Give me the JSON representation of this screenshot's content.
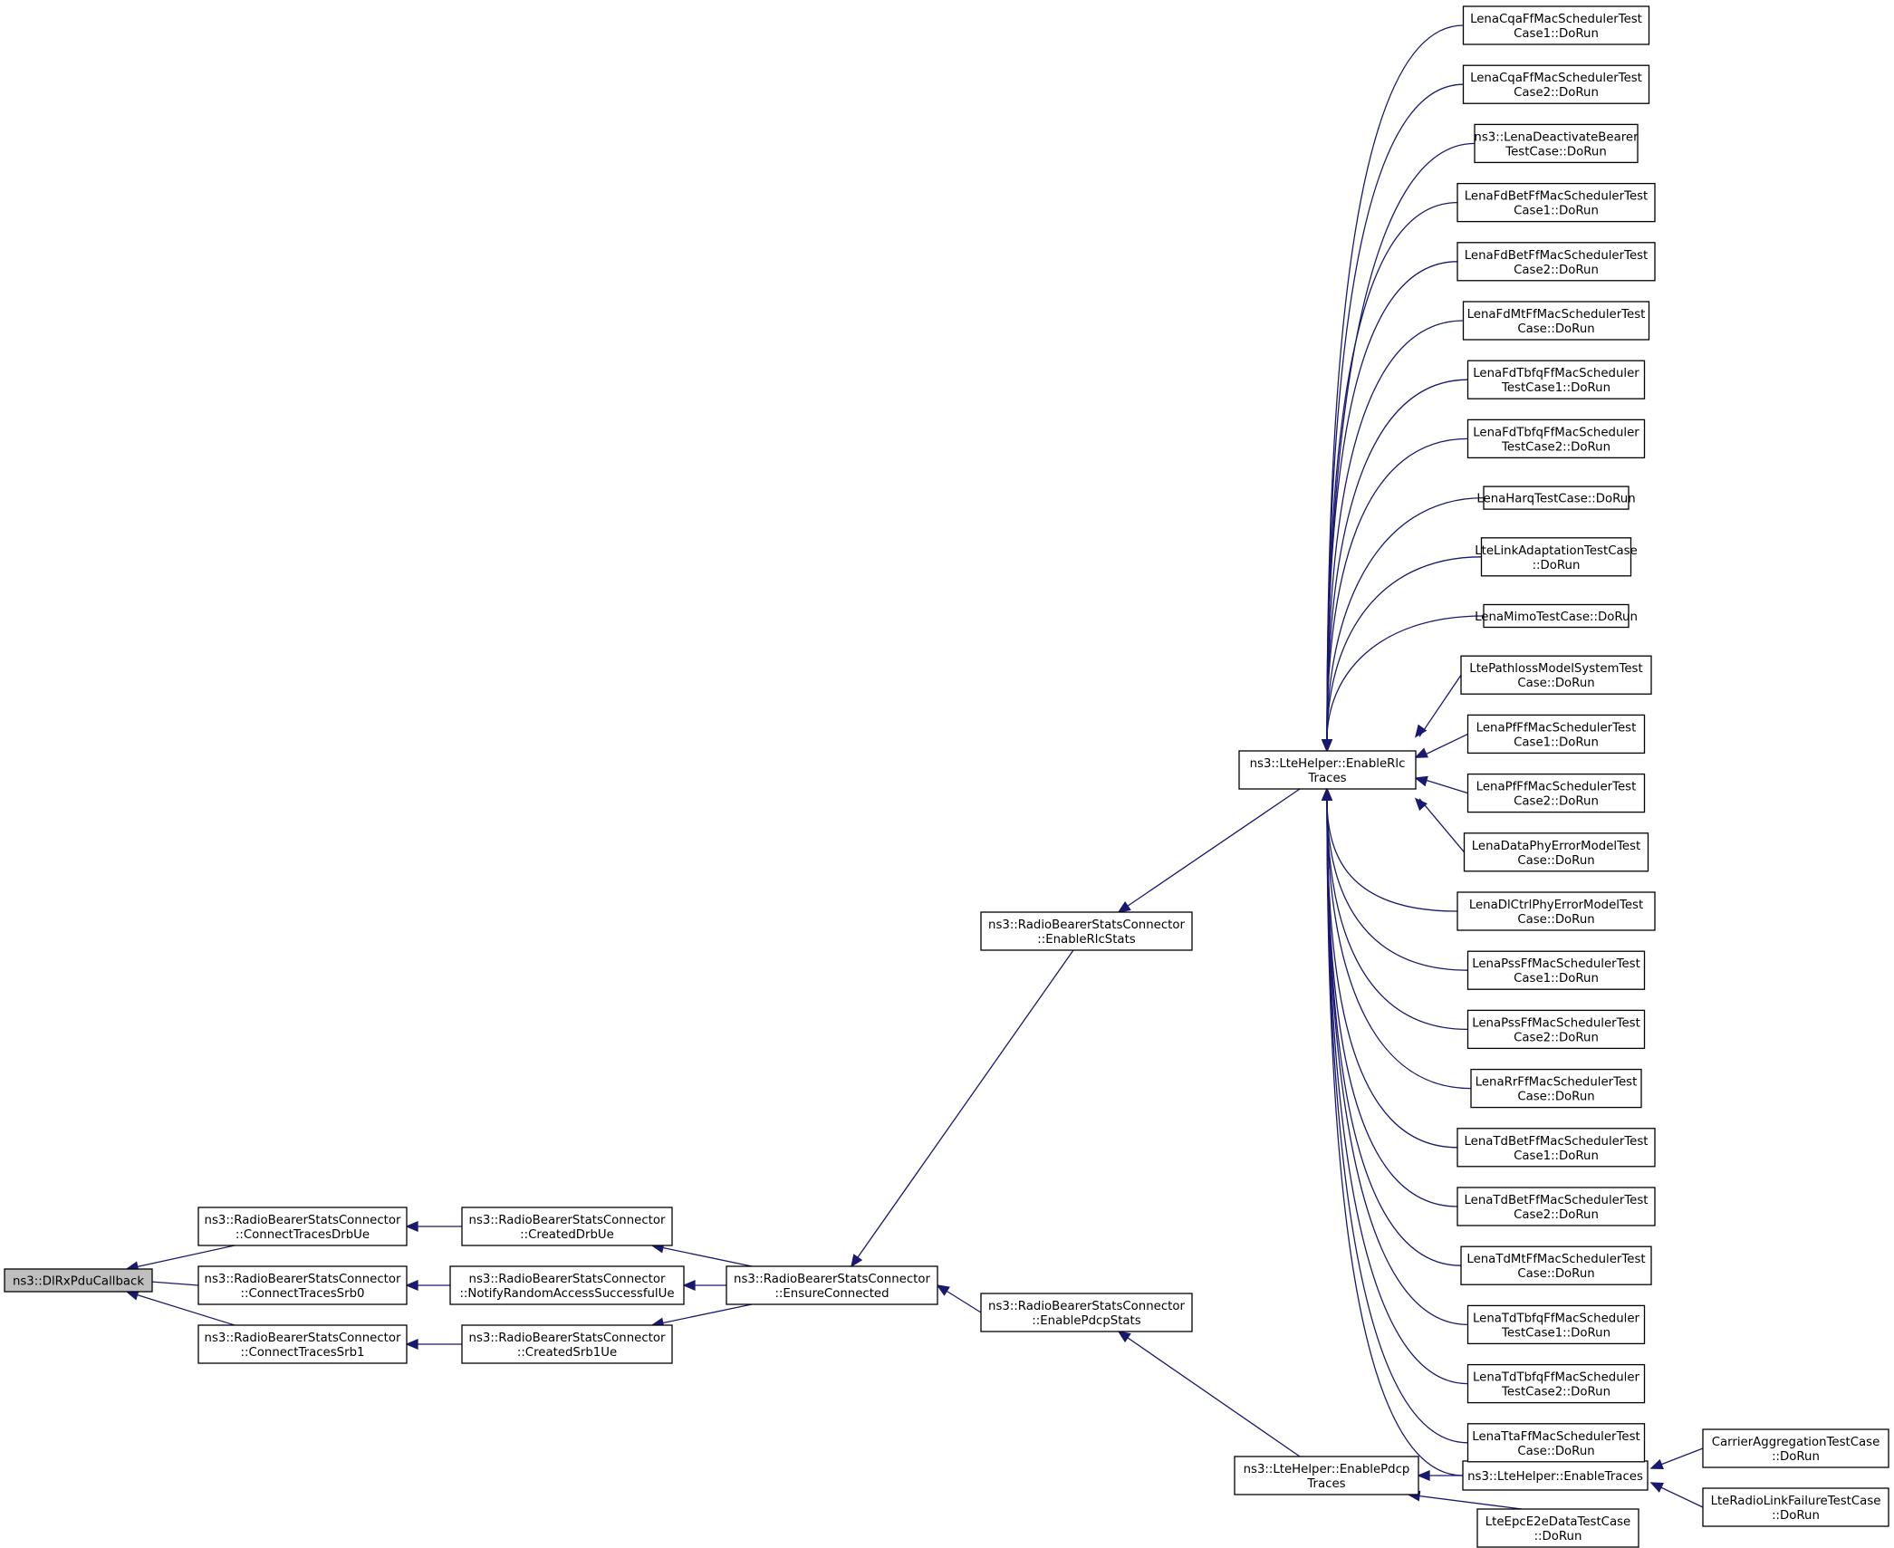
{
  "diagram": {
    "nodes": [
      {
        "id": "root",
        "lines": [
          "ns3::DlRxPduCallback"
        ],
        "root": true
      },
      {
        "id": "ctdrb",
        "lines": [
          "ns3::RadioBearerStatsConnector",
          "::ConnectTracesDrbUe"
        ]
      },
      {
        "id": "ctsrb0",
        "lines": [
          "ns3::RadioBearerStatsConnector",
          "::ConnectTracesSrb0"
        ]
      },
      {
        "id": "ctsrb1",
        "lines": [
          "ns3::RadioBearerStatsConnector",
          "::ConnectTracesSrb1"
        ]
      },
      {
        "id": "cdrb",
        "lines": [
          "ns3::RadioBearerStatsConnector",
          "::CreatedDrbUe"
        ]
      },
      {
        "id": "nras",
        "lines": [
          "ns3::RadioBearerStatsConnector",
          "::NotifyRandomAccessSuccessfulUe"
        ]
      },
      {
        "id": "csrb1",
        "lines": [
          "ns3::RadioBearerStatsConnector",
          "::CreatedSrb1Ue"
        ]
      },
      {
        "id": "ensure",
        "lines": [
          "ns3::RadioBearerStatsConnector",
          "::EnsureConnected"
        ]
      },
      {
        "id": "rlcstats",
        "lines": [
          "ns3::RadioBearerStatsConnector",
          "::EnableRlcStats"
        ]
      },
      {
        "id": "pdcpstats",
        "lines": [
          "ns3::RadioBearerStatsConnector",
          "::EnablePdcpStats"
        ]
      },
      {
        "id": "rlctraces",
        "lines": [
          "ns3::LteHelper::EnableRlc",
          "Traces"
        ]
      },
      {
        "id": "pdcptraces",
        "lines": [
          "ns3::LteHelper::EnablePdcp",
          "Traces"
        ]
      },
      {
        "id": "traces",
        "lines": [
          "ns3::LteHelper::EnableTraces"
        ]
      },
      {
        "id": "epce2e",
        "lines": [
          "LteEpcE2eDataTestCase",
          "::DoRun"
        ]
      },
      {
        "id": "carrier",
        "lines": [
          "CarrierAggregationTestCase",
          "::DoRun"
        ]
      },
      {
        "id": "rlf",
        "lines": [
          "LteRadioLinkFailureTestCase",
          "::DoRun"
        ]
      },
      {
        "id": "t0",
        "lines": [
          "LenaCqaFfMacSchedulerTest",
          "Case1::DoRun"
        ]
      },
      {
        "id": "t1",
        "lines": [
          "LenaCqaFfMacSchedulerTest",
          "Case2::DoRun"
        ]
      },
      {
        "id": "t2",
        "lines": [
          "ns3::LenaDeactivateBearer",
          "TestCase::DoRun"
        ]
      },
      {
        "id": "t3",
        "lines": [
          "LenaFdBetFfMacSchedulerTest",
          "Case1::DoRun"
        ]
      },
      {
        "id": "t4",
        "lines": [
          "LenaFdBetFfMacSchedulerTest",
          "Case2::DoRun"
        ]
      },
      {
        "id": "t5",
        "lines": [
          "LenaFdMtFfMacSchedulerTest",
          "Case::DoRun"
        ]
      },
      {
        "id": "t6",
        "lines": [
          "LenaFdTbfqFfMacScheduler",
          "TestCase1::DoRun"
        ]
      },
      {
        "id": "t7",
        "lines": [
          "LenaFdTbfqFfMacScheduler",
          "TestCase2::DoRun"
        ]
      },
      {
        "id": "t8",
        "lines": [
          "LenaHarqTestCase::DoRun"
        ]
      },
      {
        "id": "t9",
        "lines": [
          "LteLinkAdaptationTestCase",
          "::DoRun"
        ]
      },
      {
        "id": "t10",
        "lines": [
          "LenaMimoTestCase::DoRun"
        ]
      },
      {
        "id": "t11",
        "lines": [
          "LtePathlossModelSystemTest",
          "Case::DoRun"
        ]
      },
      {
        "id": "t12",
        "lines": [
          "LenaPfFfMacSchedulerTest",
          "Case1::DoRun"
        ]
      },
      {
        "id": "t13",
        "lines": [
          "LenaPfFfMacSchedulerTest",
          "Case2::DoRun"
        ]
      },
      {
        "id": "t14",
        "lines": [
          "LenaDataPhyErrorModelTest",
          "Case::DoRun"
        ]
      },
      {
        "id": "t15",
        "lines": [
          "LenaDlCtrlPhyErrorModelTest",
          "Case::DoRun"
        ]
      },
      {
        "id": "t16",
        "lines": [
          "LenaPssFfMacSchedulerTest",
          "Case1::DoRun"
        ]
      },
      {
        "id": "t17",
        "lines": [
          "LenaPssFfMacSchedulerTest",
          "Case2::DoRun"
        ]
      },
      {
        "id": "t18",
        "lines": [
          "LenaRrFfMacSchedulerTest",
          "Case::DoRun"
        ]
      },
      {
        "id": "t19",
        "lines": [
          "LenaTdBetFfMacSchedulerTest",
          "Case1::DoRun"
        ]
      },
      {
        "id": "t20",
        "lines": [
          "LenaTdBetFfMacSchedulerTest",
          "Case2::DoRun"
        ]
      },
      {
        "id": "t21",
        "lines": [
          "LenaTdMtFfMacSchedulerTest",
          "Case::DoRun"
        ]
      },
      {
        "id": "t22",
        "lines": [
          "LenaTdTbfqFfMacScheduler",
          "TestCase1::DoRun"
        ]
      },
      {
        "id": "t23",
        "lines": [
          "LenaTdTbfqFfMacScheduler",
          "TestCase2::DoRun"
        ]
      },
      {
        "id": "t24",
        "lines": [
          "LenaTtaFfMacSchedulerTest",
          "Case::DoRun"
        ]
      }
    ],
    "edges": [
      {
        "from": "ctdrb",
        "to": "root"
      },
      {
        "from": "ctsrb0",
        "to": "root"
      },
      {
        "from": "ctsrb1",
        "to": "root"
      },
      {
        "from": "cdrb",
        "to": "ctdrb"
      },
      {
        "from": "nras",
        "to": "ctsrb0"
      },
      {
        "from": "csrb1",
        "to": "ctsrb1"
      },
      {
        "from": "ensure",
        "to": "cdrb"
      },
      {
        "from": "ensure",
        "to": "nras"
      },
      {
        "from": "ensure",
        "to": "csrb1"
      },
      {
        "from": "rlcstats",
        "to": "ensure"
      },
      {
        "from": "pdcpstats",
        "to": "ensure"
      },
      {
        "from": "rlctraces",
        "to": "rlcstats"
      },
      {
        "from": "pdcptraces",
        "to": "pdcpstats"
      },
      {
        "from": "traces",
        "to": "pdcptraces"
      },
      {
        "from": "epce2e",
        "to": "pdcptraces"
      },
      {
        "from": "traces",
        "to": "rlctraces"
      },
      {
        "from": "carrier",
        "to": "traces"
      },
      {
        "from": "rlf",
        "to": "traces"
      },
      {
        "from": "t0",
        "to": "rlctraces"
      },
      {
        "from": "t1",
        "to": "rlctraces"
      },
      {
        "from": "t2",
        "to": "rlctraces"
      },
      {
        "from": "t3",
        "to": "rlctraces"
      },
      {
        "from": "t4",
        "to": "rlctraces"
      },
      {
        "from": "t5",
        "to": "rlctraces"
      },
      {
        "from": "t6",
        "to": "rlctraces"
      },
      {
        "from": "t7",
        "to": "rlctraces"
      },
      {
        "from": "t8",
        "to": "rlctraces"
      },
      {
        "from": "t9",
        "to": "rlctraces"
      },
      {
        "from": "t10",
        "to": "rlctraces"
      },
      {
        "from": "t11",
        "to": "rlctraces"
      },
      {
        "from": "t12",
        "to": "rlctraces"
      },
      {
        "from": "t13",
        "to": "rlctraces"
      },
      {
        "from": "t14",
        "to": "rlctraces"
      },
      {
        "from": "t15",
        "to": "rlctraces"
      },
      {
        "from": "t16",
        "to": "rlctraces"
      },
      {
        "from": "t17",
        "to": "rlctraces"
      },
      {
        "from": "t18",
        "to": "rlctraces"
      },
      {
        "from": "t19",
        "to": "rlctraces"
      },
      {
        "from": "t20",
        "to": "rlctraces"
      },
      {
        "from": "t21",
        "to": "rlctraces"
      },
      {
        "from": "t22",
        "to": "rlctraces"
      },
      {
        "from": "t23",
        "to": "rlctraces"
      },
      {
        "from": "t24",
        "to": "rlctraces"
      }
    ]
  }
}
